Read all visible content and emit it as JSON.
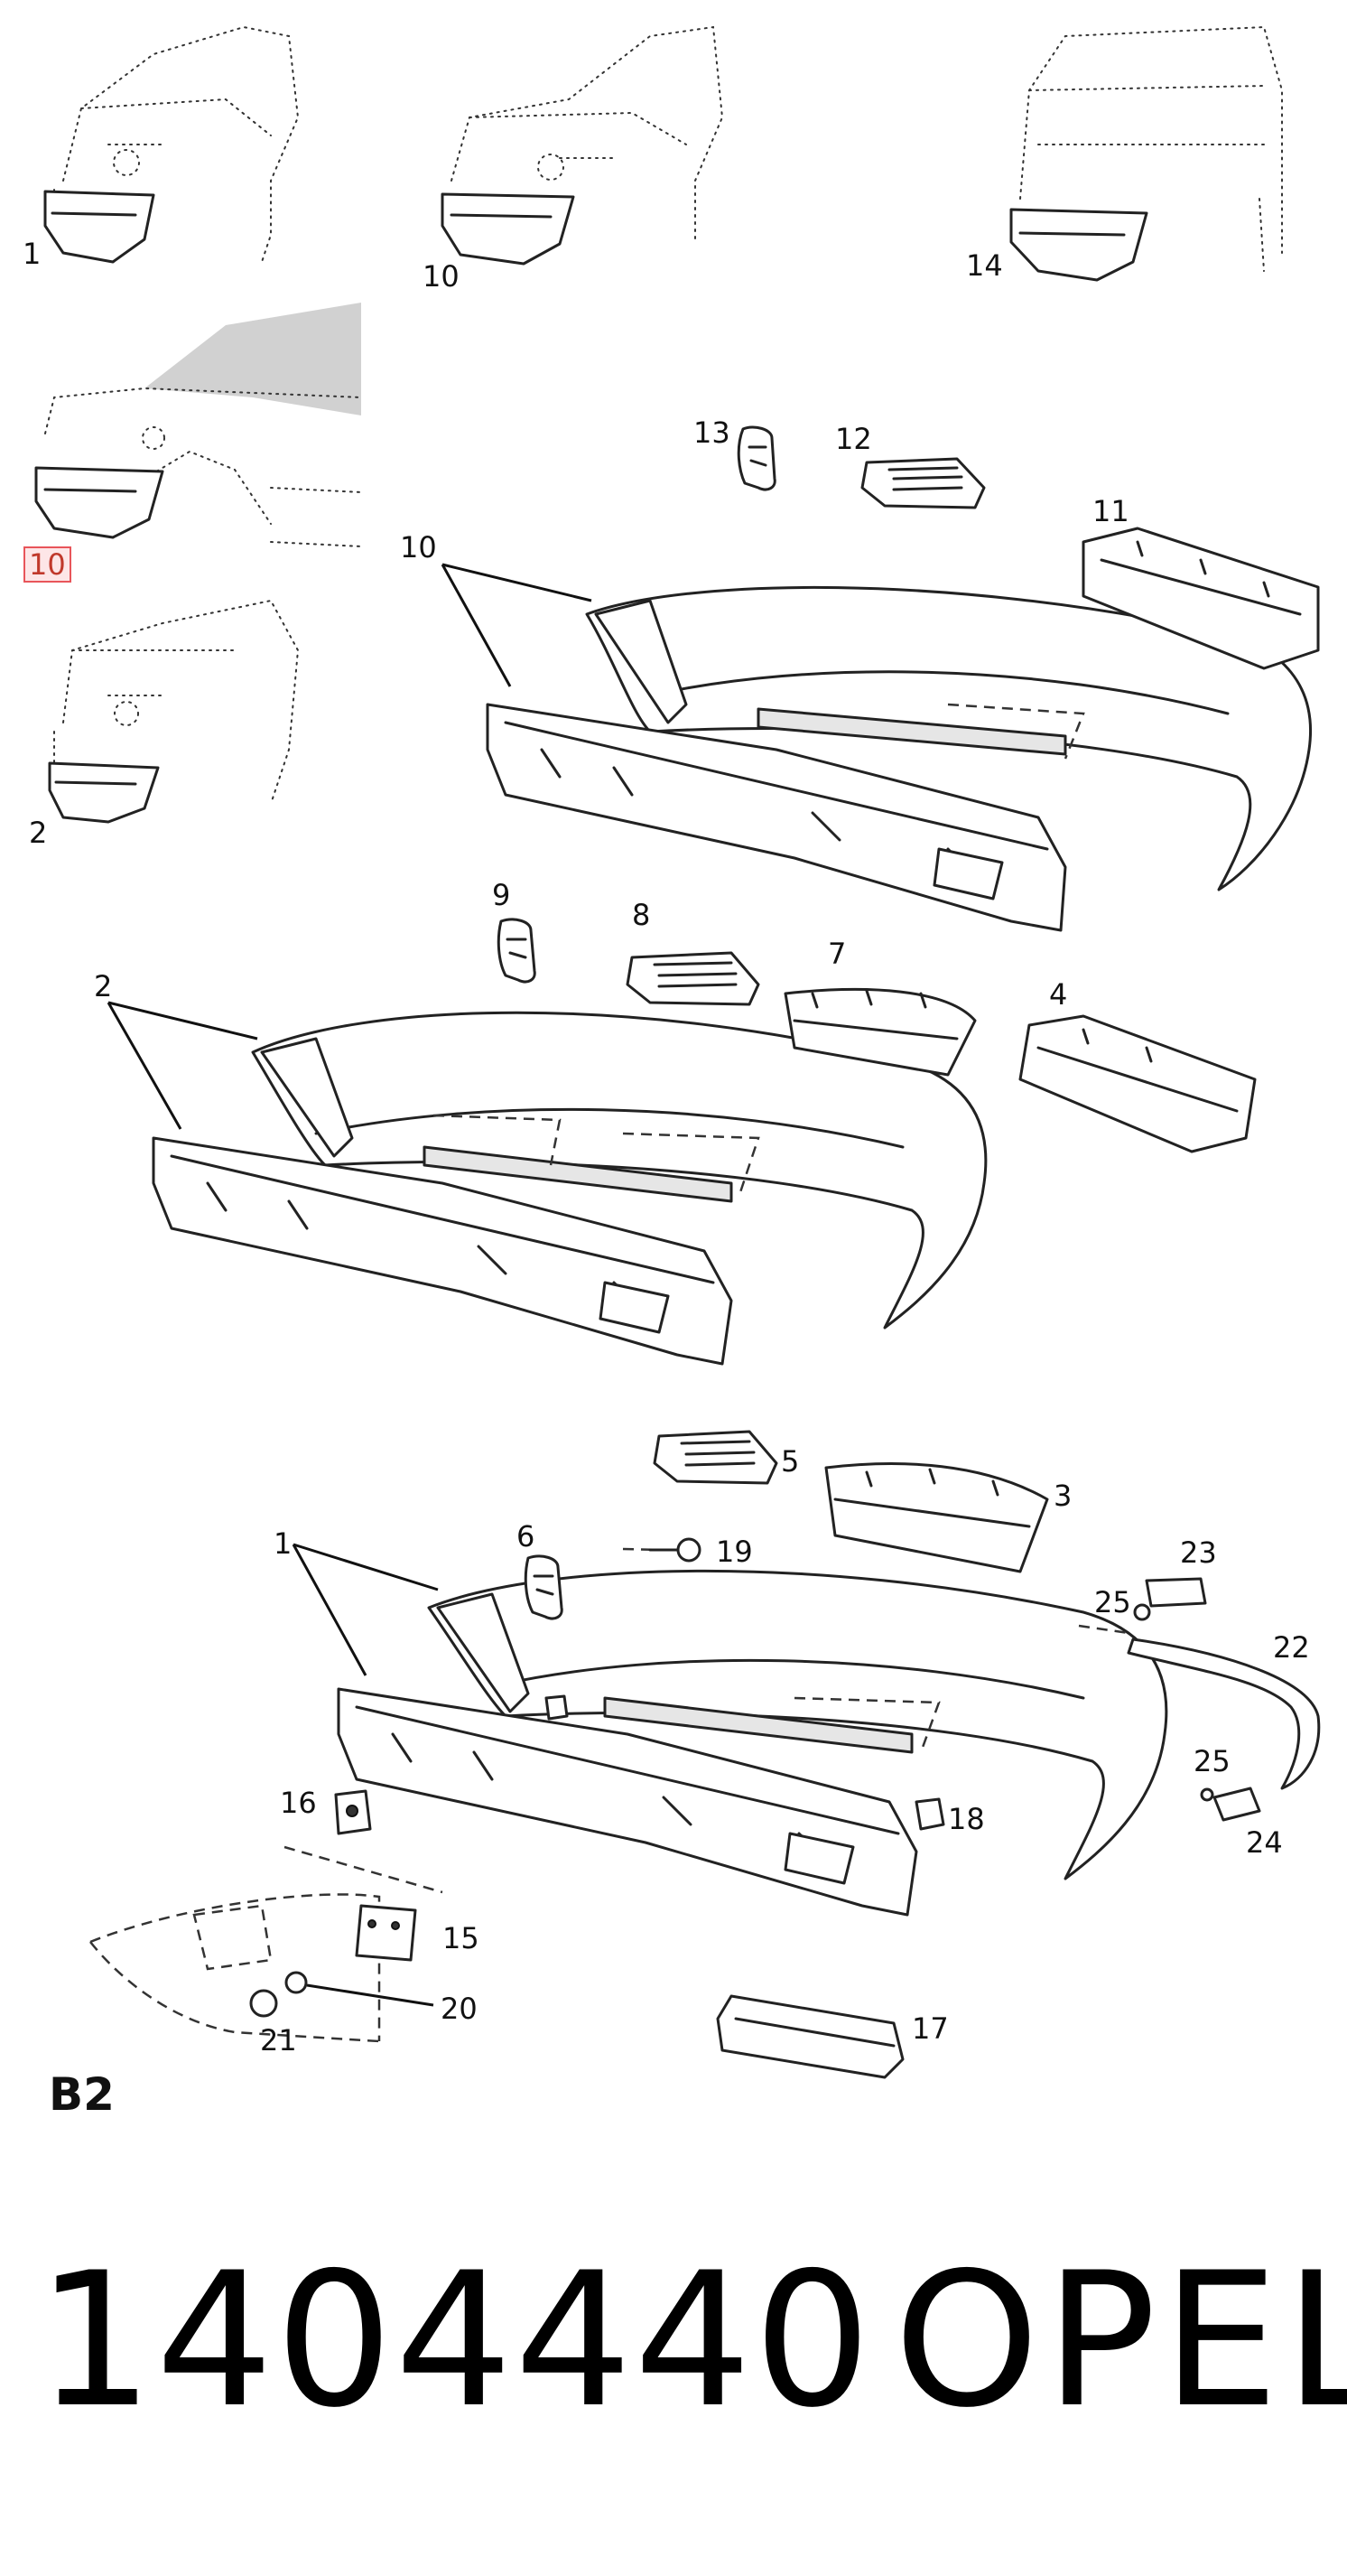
{
  "callouts": {
    "c1": "1",
    "c10a": "10",
    "c14": "14",
    "c10hl": "10",
    "c2a": "2",
    "c13": "13",
    "c12": "12",
    "c11": "11",
    "c10b": "10",
    "c9": "9",
    "c8": "8",
    "c7": "7",
    "c4": "4",
    "c2b": "2",
    "c5": "5",
    "c3": "3",
    "c1b": "1",
    "c6": "6",
    "c19": "19",
    "c23": "23",
    "c25a": "25",
    "c22": "22",
    "c25b": "25",
    "c24": "24",
    "c16": "16",
    "c18": "18",
    "c15": "15",
    "c20": "20",
    "c21": "21",
    "c17": "17"
  },
  "section_code": "B2",
  "part_number": "1404440",
  "brand": "OPEL",
  "colors": {
    "highlight_border": "#e8555a",
    "highlight_fill": "#fde6e7"
  }
}
